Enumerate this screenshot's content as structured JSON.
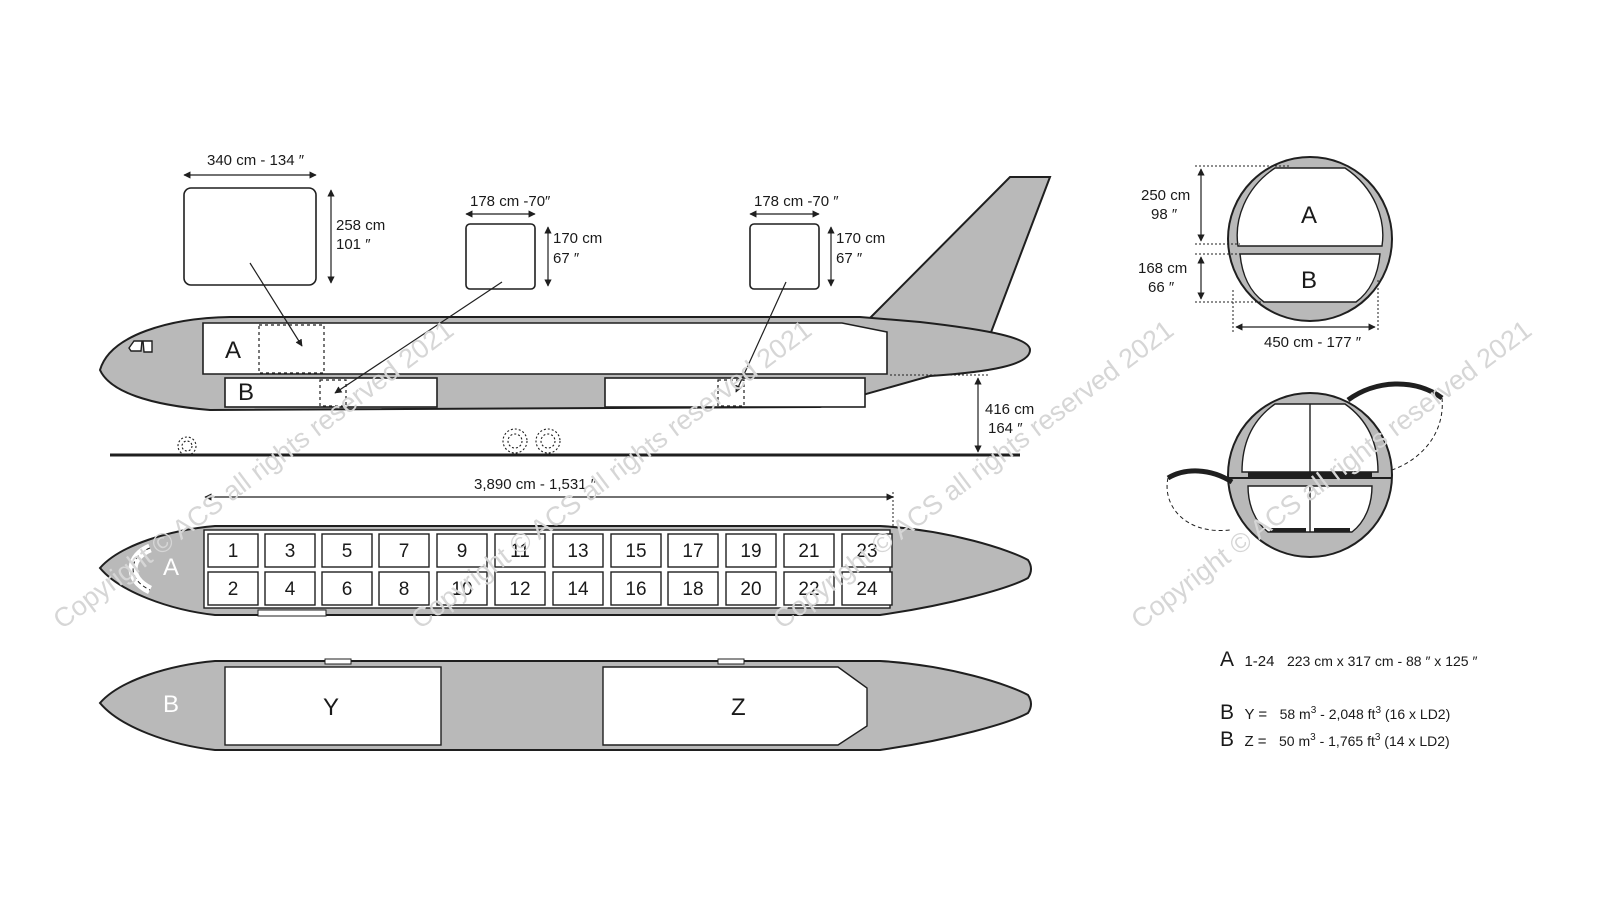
{
  "colors": {
    "fuselage": "#b9b9b9",
    "stroke": "#1f1f1f",
    "hold": "#ffffff",
    "watermark": "#d6d6d6"
  },
  "dims": {
    "main_door": {
      "width": "340 cm - 134 ″",
      "height_cm": "258 cm",
      "height_in": "101 ″"
    },
    "fwd_door": {
      "width": "178 cm -70″",
      "height_cm": "170 cm",
      "height_in": "67 ″"
    },
    "aft_door": {
      "width": "178 cm -70 ″",
      "height_cm": "170 cm",
      "height_in": "67 ″"
    },
    "sill": {
      "cm": "416 cm",
      "in": "164 ″"
    },
    "length": "3,890 cm - 1,531 ″"
  },
  "side": {
    "deck_a": "A",
    "deck_b": "B"
  },
  "main_deck": {
    "label": "A",
    "positions": [
      "1",
      "2",
      "3",
      "4",
      "5",
      "6",
      "7",
      "8",
      "9",
      "10",
      "11",
      "12",
      "13",
      "14",
      "15",
      "16",
      "17",
      "18",
      "19",
      "20",
      "21",
      "22",
      "23",
      "24"
    ]
  },
  "lower_deck": {
    "label": "B",
    "hold_y": "Y",
    "hold_z": "Z"
  },
  "cross": {
    "deck_a": "A",
    "deck_b": "B",
    "upper_cm": "250 cm",
    "upper_in": "98 ″",
    "lower_cm": "168 cm",
    "lower_in": "66 ″",
    "width": "450 cm - 177 ″"
  },
  "specs": {
    "a": {
      "deck": "A",
      "range": "1-24",
      "size": "223 cm x 317 cm - 88 ″ x 125 ″"
    },
    "by": {
      "deck": "B",
      "hold": "Y =",
      "m": "58 m",
      "m_exp": "3",
      "ft": " - 2,048 ft",
      "ft_exp": "3",
      "note": " (16 x LD2)"
    },
    "bz": {
      "deck": "B",
      "hold": "Z =",
      "m": "50 m",
      "m_exp": "3",
      "ft": " - 1,765 ft",
      "ft_exp": "3",
      "note": " (14 x LD2)"
    }
  },
  "watermark": "Copyright © ACS all rights reserved 2021"
}
